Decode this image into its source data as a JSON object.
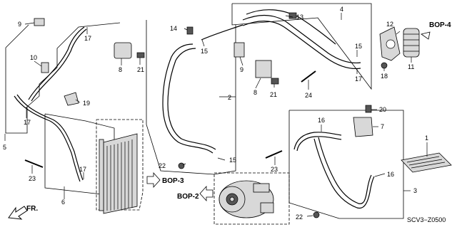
{
  "callouts": {
    "p1": "1",
    "p2": "2",
    "p3": "3",
    "p4": "4",
    "p5": "5",
    "p6": "6",
    "p7": "7",
    "p8a": "8",
    "p8b": "8",
    "p9a": "9",
    "p9b": "9",
    "p10": "10",
    "p11": "11",
    "p12": "12",
    "p13": "13",
    "p14": "14",
    "p15a": "15",
    "p15b": "15",
    "p15c": "15",
    "p16a": "16",
    "p16b": "16",
    "p17a": "17",
    "p17b": "17",
    "p17c": "17",
    "p17d": "17",
    "p18": "18",
    "p19": "19",
    "p20": "20",
    "p21a": "21",
    "p21b": "21",
    "p22a": "22",
    "p22b": "22",
    "p23a": "23",
    "p23b": "23",
    "p24": "24"
  },
  "references": {
    "bop2": "BOP-2",
    "bop3": "BOP-3",
    "bop4": "BOP-4"
  },
  "front_label": "FR.",
  "diagram_code": "SCV3−Z0500"
}
